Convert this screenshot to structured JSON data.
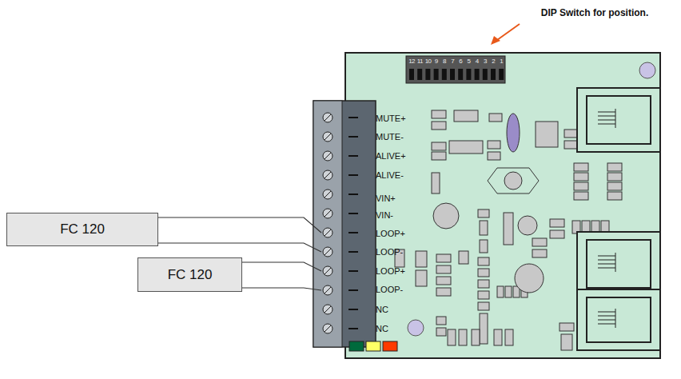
{
  "diagram": {
    "nodes": [
      {
        "text": [
          "FC 120"
        ]
      },
      {
        "text": [
          "FC 120"
        ]
      }
    ],
    "labels": [
      "DIP Switch for position.",
      "12",
      "11",
      "10",
      "9",
      "8",
      "7",
      "6",
      "5",
      "4",
      "3",
      "2",
      "1",
      "MUTE+",
      "MUTE-",
      "ALIVE+",
      "ALIVE-",
      "VIN+",
      "VIN-",
      "LOOP+",
      "LOOP-",
      "LOOP+",
      "LOOP-",
      "NC",
      "NC"
    ]
  }
}
